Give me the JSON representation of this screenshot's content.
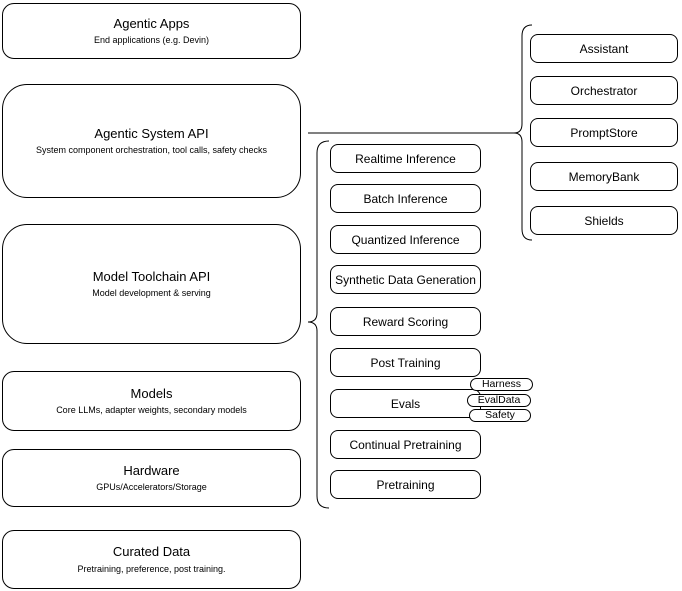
{
  "diagram_title": "Agentic system stack diagram",
  "colors": {
    "background": "#ffffff",
    "node_fill": "#ffffff",
    "node_border": "#000000",
    "text": "#000000",
    "connector_line": "#808080"
  },
  "stack": [
    {
      "title": "Agentic Apps",
      "subtitle": "End applications (e.g. Devin)"
    },
    {
      "title": "Agentic System API",
      "subtitle": "System component orchestration, tool calls, safety checks"
    },
    {
      "title": "Model Toolchain API",
      "subtitle": "Model development & serving"
    },
    {
      "title": "Models",
      "subtitle": "Core LLMs, adapter weights, secondary models"
    },
    {
      "title": "Hardware",
      "subtitle": "GPUs/Accelerators/Storage"
    },
    {
      "title": "Curated Data",
      "subtitle": "Pretraining, preference, post training."
    }
  ],
  "toolchain": {
    "services": [
      "Realtime Inference",
      "Batch Inference",
      "Quantized Inference",
      "Synthetic Data Generation",
      "Reward Scoring",
      "Post Training",
      "Evals",
      "Continual Pretraining",
      "Pretraining"
    ]
  },
  "evals_pills": [
    "Harness",
    "EvalData",
    "Safety"
  ],
  "system_components": [
    "Assistant",
    "Orchestrator",
    "PromptStore",
    "MemoryBank",
    "Shields"
  ]
}
